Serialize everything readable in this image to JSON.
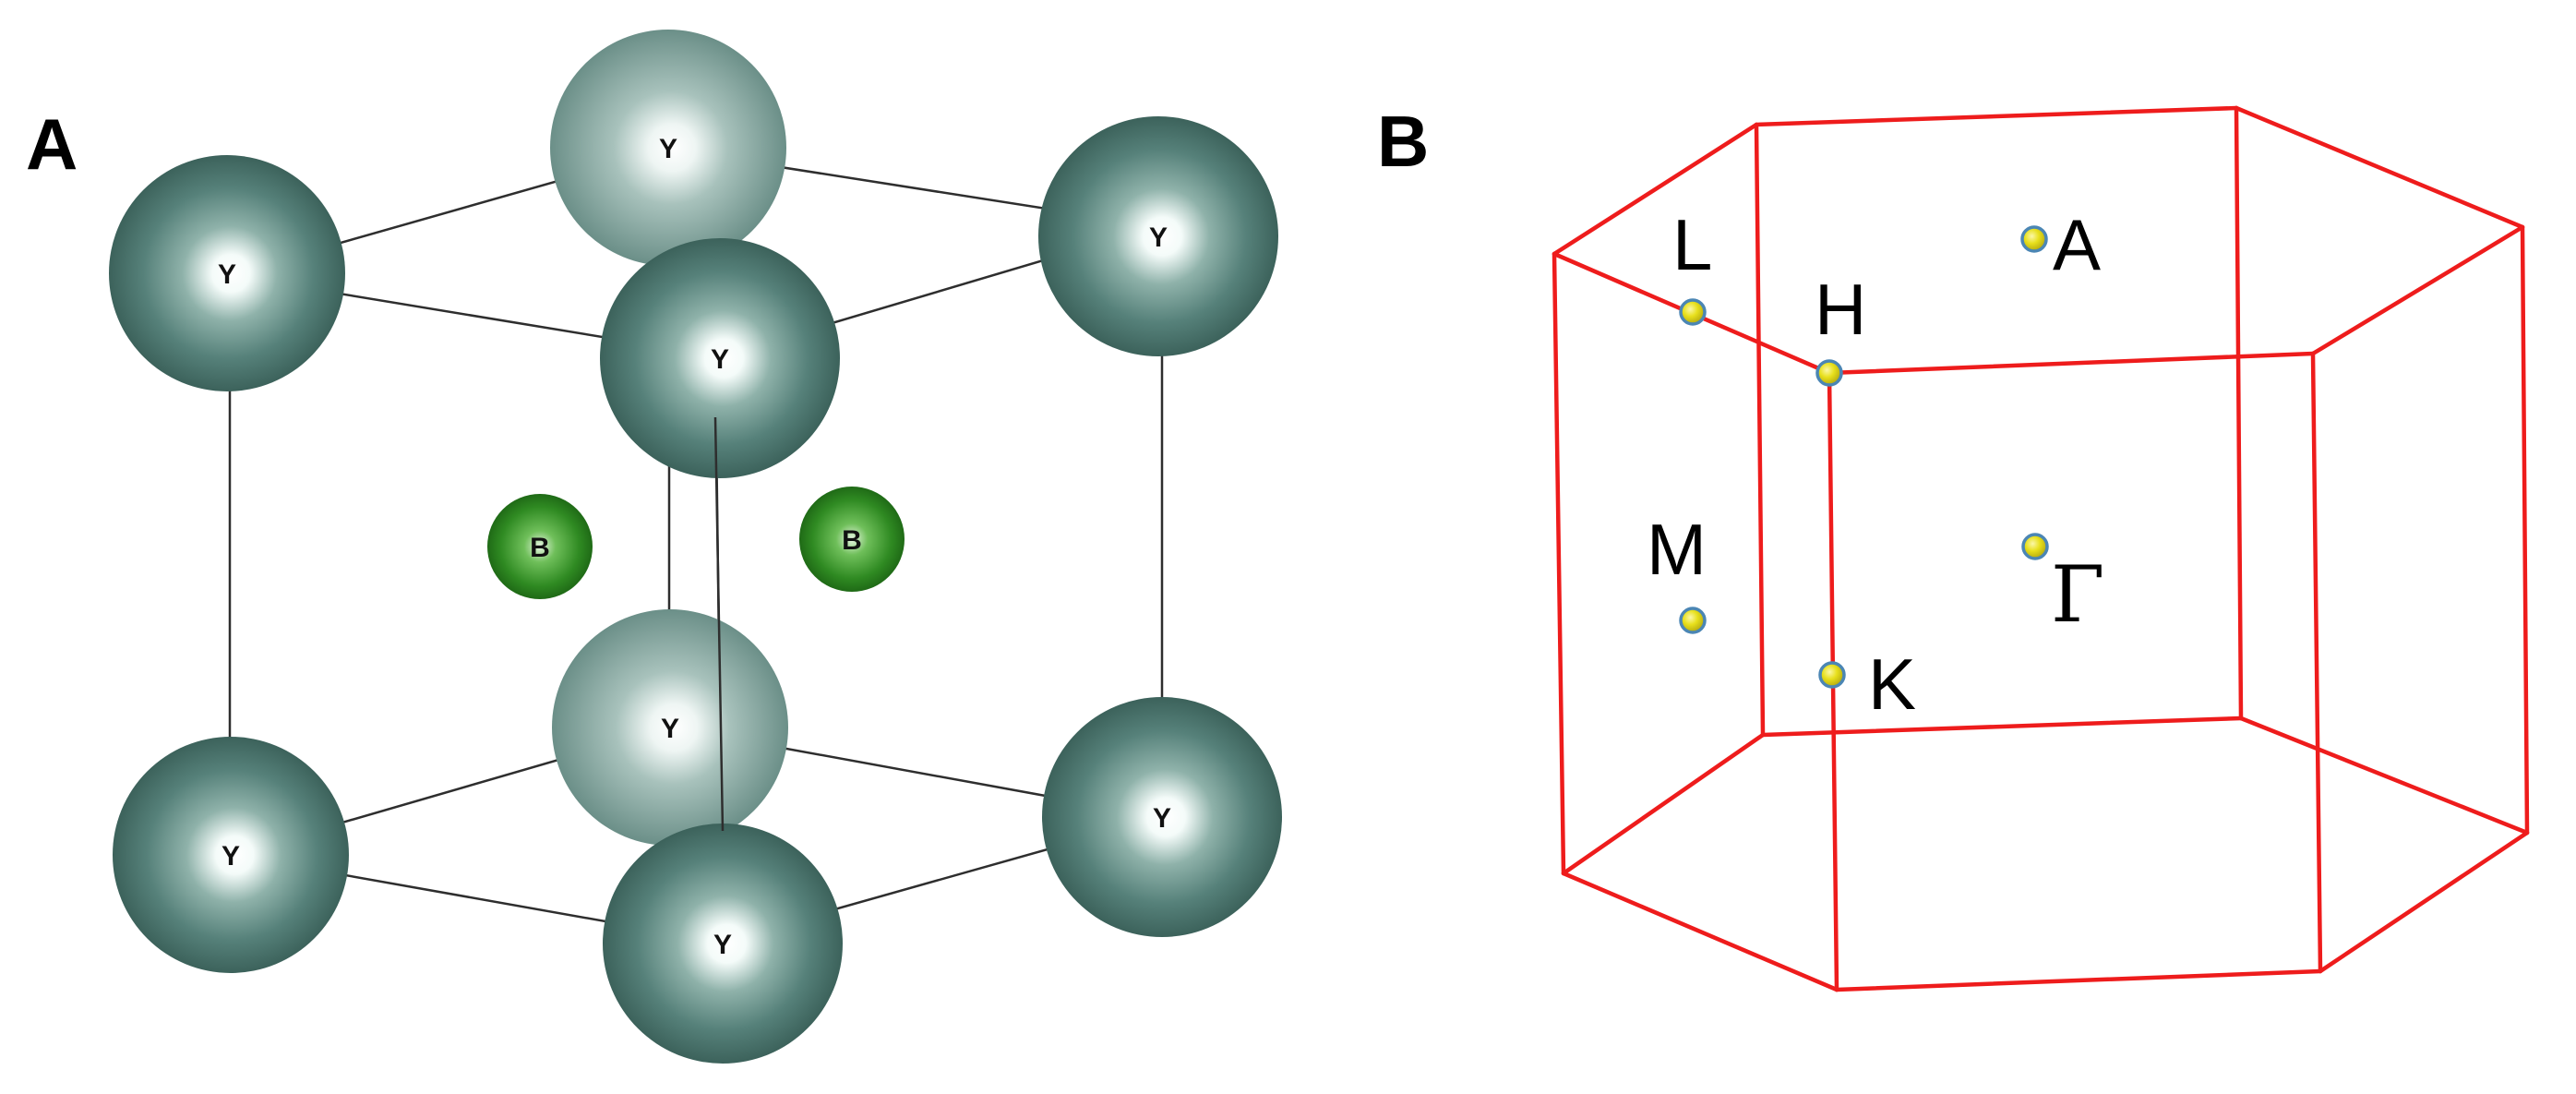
{
  "panels": {
    "a_label": "A",
    "b_label": "B"
  },
  "crystal": {
    "atoms": [
      {
        "id": "y-back-top",
        "element": "Y"
      },
      {
        "id": "y-left-top",
        "element": "Y"
      },
      {
        "id": "y-right-top",
        "element": "Y"
      },
      {
        "id": "y-front-top",
        "element": "Y"
      },
      {
        "id": "b-left",
        "element": "B"
      },
      {
        "id": "b-right",
        "element": "B"
      },
      {
        "id": "y-back-bottom",
        "element": "Y"
      },
      {
        "id": "y-left-bottom",
        "element": "Y"
      },
      {
        "id": "y-right-bottom",
        "element": "Y"
      },
      {
        "id": "y-front-bottom",
        "element": "Y"
      }
    ],
    "colors": {
      "y_atom": "#4f7a71",
      "b_atom": "#2f8a22",
      "bond": "#2e2e2e"
    }
  },
  "brillouin_zone": {
    "edge_color": "#ee1c1c",
    "point_color": "#e8e01c",
    "points": [
      {
        "id": "L",
        "label": "L"
      },
      {
        "id": "A",
        "label": "A"
      },
      {
        "id": "H",
        "label": "H"
      },
      {
        "id": "M",
        "label": "M"
      },
      {
        "id": "Gamma",
        "label": "Γ"
      },
      {
        "id": "K",
        "label": "K"
      }
    ]
  }
}
